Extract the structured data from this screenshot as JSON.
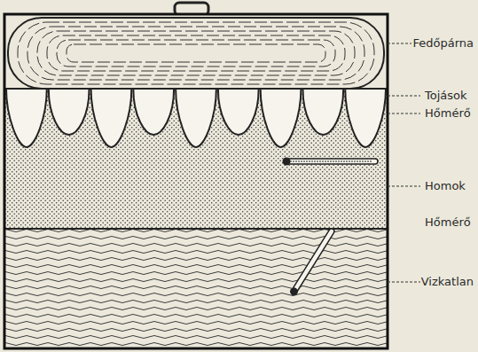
{
  "diagram": {
    "labels": [
      "Fedőpárna",
      "Tojások",
      "Hőmérő",
      "Homok",
      "Hőmérő",
      "Vizkatlan"
    ]
  }
}
